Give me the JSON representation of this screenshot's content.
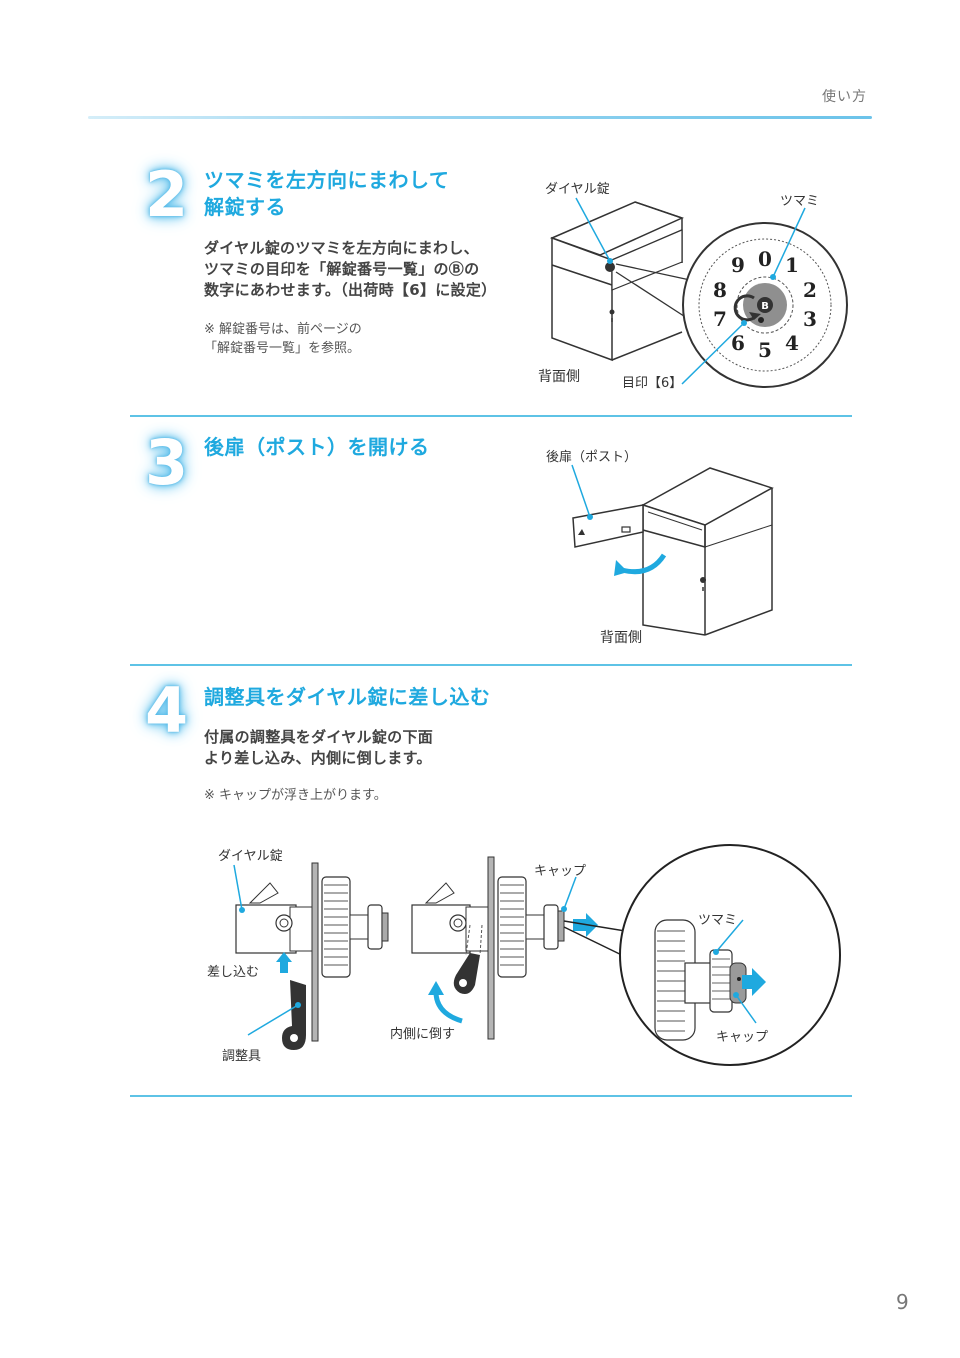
{
  "header": {
    "section_label": "使い方"
  },
  "steps": [
    {
      "number": "2",
      "title_line1": "ツマミを左方向にまわして",
      "title_line2": "解錠する",
      "body_lines": [
        "ダイヤル錠のツマミを左方向にまわし、",
        "ツマミの目印を「解錠番号一覧」のⒷの",
        "数字にあわせます。（出荷時【6】に設定）"
      ],
      "note_lines": [
        "※ 解錠番号は、前ページの",
        "「解錠番号一覧」を参照。"
      ],
      "illustration": {
        "labels": {
          "dial_lock": "ダイヤル錠",
          "knob": "ツマミ",
          "back_side": "背面側",
          "mark": "目印【6】"
        },
        "dial_numbers": [
          "0",
          "1",
          "2",
          "3",
          "4",
          "5",
          "6",
          "7",
          "8",
          "9"
        ],
        "dial_center_letter": "B"
      }
    },
    {
      "number": "3",
      "title_line1": "後扉（ポスト）を開ける",
      "illustration": {
        "labels": {
          "rear_door": "後扉（ポスト）",
          "back_side": "背面側"
        }
      }
    },
    {
      "number": "4",
      "title_line1": "調整具をダイヤル錠に差し込む",
      "body_lines": [
        "付属の調整具をダイヤル錠の下面",
        "より差し込み、内側に倒します。"
      ],
      "note_lines": [
        "※ キャップが浮き上がります。"
      ],
      "illustration": {
        "labels": {
          "dial_lock": "ダイヤル錠",
          "insert": "差し込む",
          "adjuster": "調整具",
          "cap_top": "キャップ",
          "tilt_inward": "内側に倒す",
          "knob": "ツマミ",
          "cap_bottom": "キャップ"
        }
      }
    }
  ],
  "footer": {
    "page_number": "9"
  },
  "colors": {
    "accent": "#1fa9df",
    "divider": "#5ec3e6",
    "text": "#444444"
  }
}
